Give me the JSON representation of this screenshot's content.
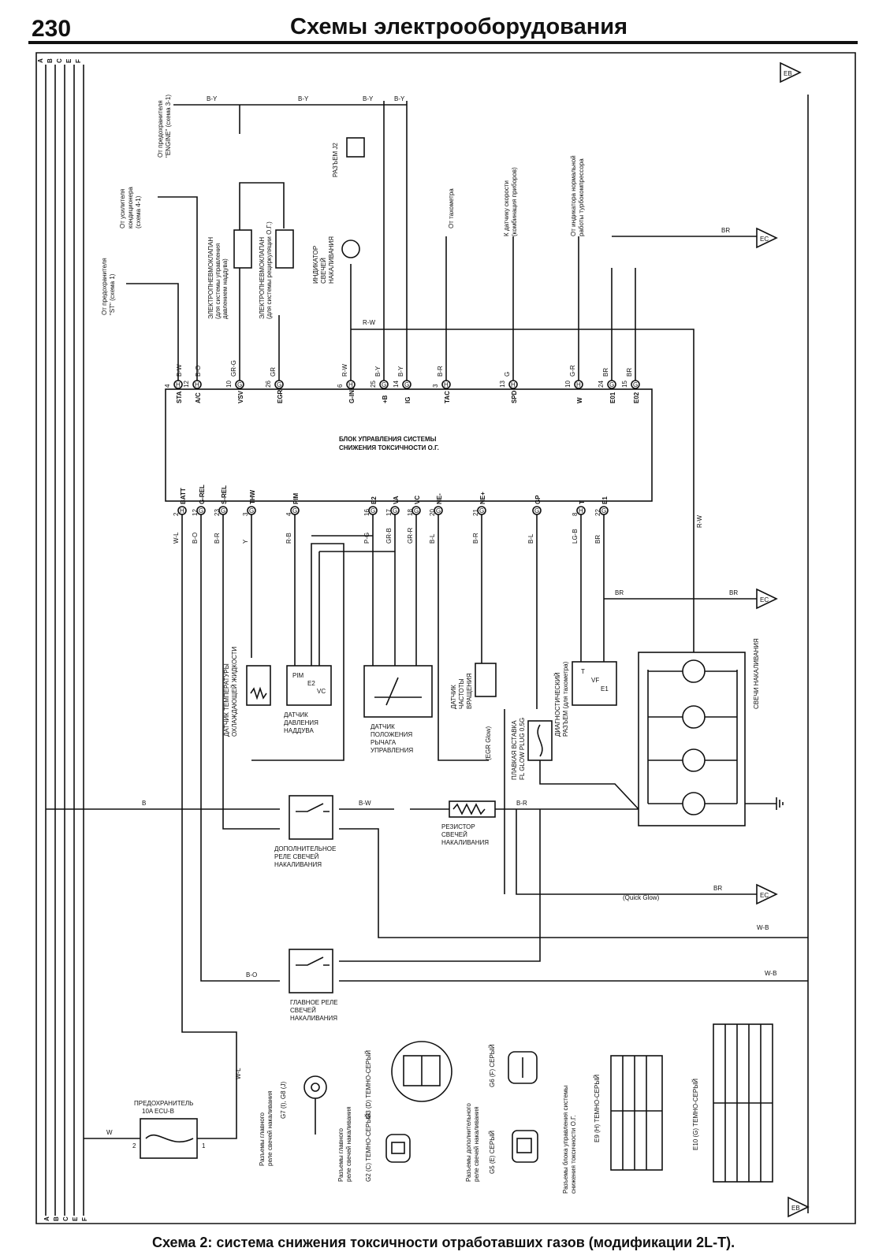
{
  "page": {
    "number": "230",
    "title": "Схемы электрооборудования",
    "caption": "Схема 2: система снижения токсичности отработавших газов (модификации 2L-T)."
  },
  "bus_letters": [
    "A",
    "B",
    "C",
    "E",
    "F"
  ],
  "ecu": {
    "title_line1": "БЛОК УПРАВЛЕНИЯ СИСТЕМЫ",
    "title_line2": "СНИЖЕНИЯ ТОКСИЧНОСТИ О.Г.",
    "top_pins": [
      {
        "name": "STA",
        "num": "4",
        "conn": "H",
        "wire": "B-W"
      },
      {
        "name": "A/C",
        "num": "12",
        "conn": "H",
        "wire": "B-O"
      },
      {
        "name": "VSV",
        "num": "10",
        "conn": "G",
        "wire": "GR-G"
      },
      {
        "name": "EGR",
        "num": "26",
        "conn": "G",
        "wire": "GR"
      },
      {
        "name": "G-IND",
        "num": "6",
        "conn": "H",
        "wire": "R-W"
      },
      {
        "name": "+B",
        "num": "25",
        "conn": "G",
        "wire": "B-Y"
      },
      {
        "name": "IG",
        "num": "14",
        "conn": "G",
        "wire": "B-Y"
      },
      {
        "name": "TAC",
        "num": "3",
        "conn": "H",
        "wire": "B-R"
      },
      {
        "name": "SPD",
        "num": "13",
        "conn": "H",
        "wire": "G"
      },
      {
        "name": "W",
        "num": "10",
        "conn": "H",
        "wire": "G-R"
      },
      {
        "name": "E01",
        "num": "24",
        "conn": "G",
        "wire": "BR"
      },
      {
        "name": "E02",
        "num": "15",
        "conn": "G",
        "wire": "BR"
      }
    ],
    "bottom_pins": [
      {
        "name": "BATT",
        "num": "2",
        "conn": "H",
        "wire": "W-L"
      },
      {
        "name": "G-REL",
        "num": "12",
        "conn": "G",
        "wire": "B-O"
      },
      {
        "name": "S-REL",
        "num": "23",
        "conn": "G",
        "wire": "B-R"
      },
      {
        "name": "THW",
        "num": "3",
        "conn": "G",
        "wire": "Y"
      },
      {
        "name": "PIM",
        "num": "4",
        "conn": "G",
        "wire": "R-B"
      },
      {
        "name": "E2",
        "num": "16",
        "conn": "G",
        "wire": "P-G"
      },
      {
        "name": "VA",
        "num": "17",
        "conn": "G",
        "wire": "GR-B"
      },
      {
        "name": "VC",
        "num": "18",
        "conn": "G",
        "wire": "GR-R"
      },
      {
        "name": "NE-",
        "num": "20",
        "conn": "G",
        "wire": "B-L"
      },
      {
        "name": "NE+",
        "num": "21",
        "conn": "G",
        "wire": "B-R"
      },
      {
        "name": "GP",
        "num": "",
        "conn": "G",
        "wire": "B-L"
      },
      {
        "name": "T",
        "num": "8",
        "conn": "H",
        "wire": "LG-B"
      },
      {
        "name": "E1",
        "num": "22",
        "conn": "G",
        "wire": "BR"
      }
    ]
  },
  "top_sources": {
    "st_fuse": [
      "От предохранителя",
      "\"ST\" (схема 1)"
    ],
    "ac_amp": [
      "От усилителя",
      "кондиционера",
      "(схема 4-1)"
    ],
    "engine_fuse": [
      "От предохранителя",
      "\"ENGINE\" (схема 3-1)"
    ],
    "tach": "От тахометра",
    "speed": [
      "К датчику скорости",
      "(комбинация приборов)"
    ],
    "turbo": [
      "От индикатора нормальной",
      "работы турбокомпрессора"
    ]
  },
  "top_components": {
    "vsv1": [
      "ЭЛЕКТРОПНЕВМОКЛАПАН",
      "(для системы управления",
      "давлением наддува)"
    ],
    "vsv2": [
      "ЭЛЕКТРОПНЕВМОКЛАПАН",
      "(для системы рециркуляции О.Г.)"
    ],
    "j2": "РАЗЪЕМ J2",
    "glow_ind": [
      "ИНДИКАТОР",
      "СВЕЧЕЙ",
      "НАКАЛИВАНИЯ"
    ]
  },
  "sensors": {
    "coolant": [
      "ДАТЧИК ТЕМПЕРАТУРЫ",
      "ОХЛАЖДАЮЩЕЙ ЖИДКОСТИ"
    ],
    "boost": [
      "ДАТЧИК",
      "ДАВЛЕНИЯ",
      "НАДДУВА"
    ],
    "lever": [
      "ДАТЧИК",
      "ПОЛОЖЕНИЯ",
      "РЫЧАГА",
      "УПРАВЛЕНИЯ"
    ],
    "speed": [
      "ДАТЧИК",
      "ЧАСТОТЫ",
      "ВРАЩЕНИЯ"
    ],
    "fusible": [
      "ПЛАВКАЯ ВСТАВКА",
      "FL GLOW PLUG 0,5G"
    ],
    "diag": [
      "ДИАГНОСТИЧЕСКИЙ",
      "РАЗЪЕМ (для тахометра)"
    ],
    "plugs": "СВЕЧИ НАКАЛИВАНИЯ",
    "boost_pins": [
      "PIM",
      "E2",
      "VC"
    ],
    "diag_pins": [
      "T",
      "VF",
      "E1"
    ]
  },
  "relays": {
    "aux": [
      "ДОПОЛНИТЕЛЬНОЕ",
      "РЕЛЕ СВЕЧЕЙ",
      "НАКАЛИВАНИЯ"
    ],
    "main": [
      "ГЛАВНОЕ РЕЛЕ",
      "СВЕЧЕЙ",
      "НАКАЛИВАНИЯ"
    ],
    "resistor": [
      "РЕЗИСТОР",
      "СВЕЧЕЙ",
      "НАКАЛИВАНИЯ"
    ],
    "quick_glow": "(Quick Glow)",
    "egr_glow": "(EGR Glow)"
  },
  "fuse": {
    "label": [
      "ПРЕДОХРАНИТЕЛЬ",
      "10A ECU-B"
    ],
    "pins": [
      "2",
      "1"
    ],
    "wire_in": "W",
    "wire_out": "W-L"
  },
  "connectors": {
    "g7g8": [
      "Разъемы главного",
      "реле свечей накаливания"
    ],
    "g7g8_ids": "G7 (I), G8 (J)",
    "g2g3": [
      "Разъемы главного",
      "реле свечей накаливания"
    ],
    "g2": "G2 (C) ТЕМНО-СЕРЫЙ",
    "g3": "G3 (D) ТЕМНО-СЕРЫЙ",
    "g5g6": [
      "Разъемы дополнительного",
      "реле свечей накаливания"
    ],
    "g5": "G5 (E) СЕРЫЙ",
    "g6": "G6 (F) СЕРЫЙ",
    "e9e10": [
      "Разъемы блока управления системы",
      "снижения токсичности О.Г."
    ],
    "e9": "E9 (H) ТЕМНО-СЕРЫЙ",
    "e10": "E10 (G) ТЕМНО-СЕРЫЙ"
  },
  "ground_refs": [
    "EB",
    "EC",
    "EC",
    "EC",
    "EB"
  ],
  "wire_labels": {
    "by": "B-Y",
    "br": "BR",
    "rw": "R-W",
    "b": "B",
    "bw": "B-W",
    "br_wire": "B-R",
    "wb": "W-B",
    "bo": "B-O",
    "bl": "B-L"
  }
}
